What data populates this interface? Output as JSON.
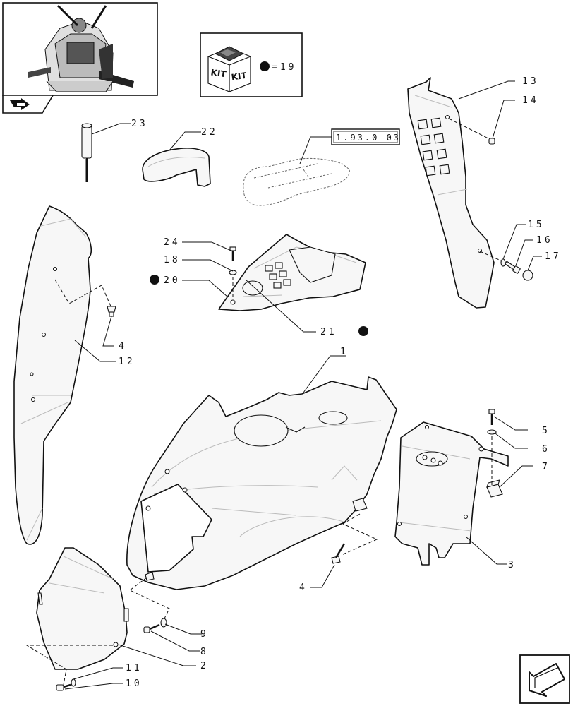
{
  "callouts": {
    "c1": "1",
    "c2": "2",
    "c3": "3",
    "c4a": "4",
    "c4b": "4",
    "c5": "5",
    "c6": "6",
    "c7": "7",
    "c8": "8",
    "c9": "9",
    "c10": "10",
    "c11": "11",
    "c12": "12",
    "c13": "13",
    "c14": "14",
    "c15": "15",
    "c16": "16",
    "c17": "17",
    "c18": "18",
    "c20": "20",
    "c21": "21",
    "c22": "22",
    "c23": "23",
    "c24": "24"
  },
  "kit": {
    "left": "KIT",
    "right": "KIT",
    "equals_text": "=19"
  },
  "reference": {
    "code": "1.93.0 03"
  },
  "colors": {
    "line": "#111111",
    "fill": "#f7f7f7",
    "dot": "#111111"
  },
  "icons": {
    "thumbnail": "tractor-cab-thumbnail",
    "nav_small": "page-arrow-icon",
    "nav_large": "next-page-arrow-icon"
  }
}
